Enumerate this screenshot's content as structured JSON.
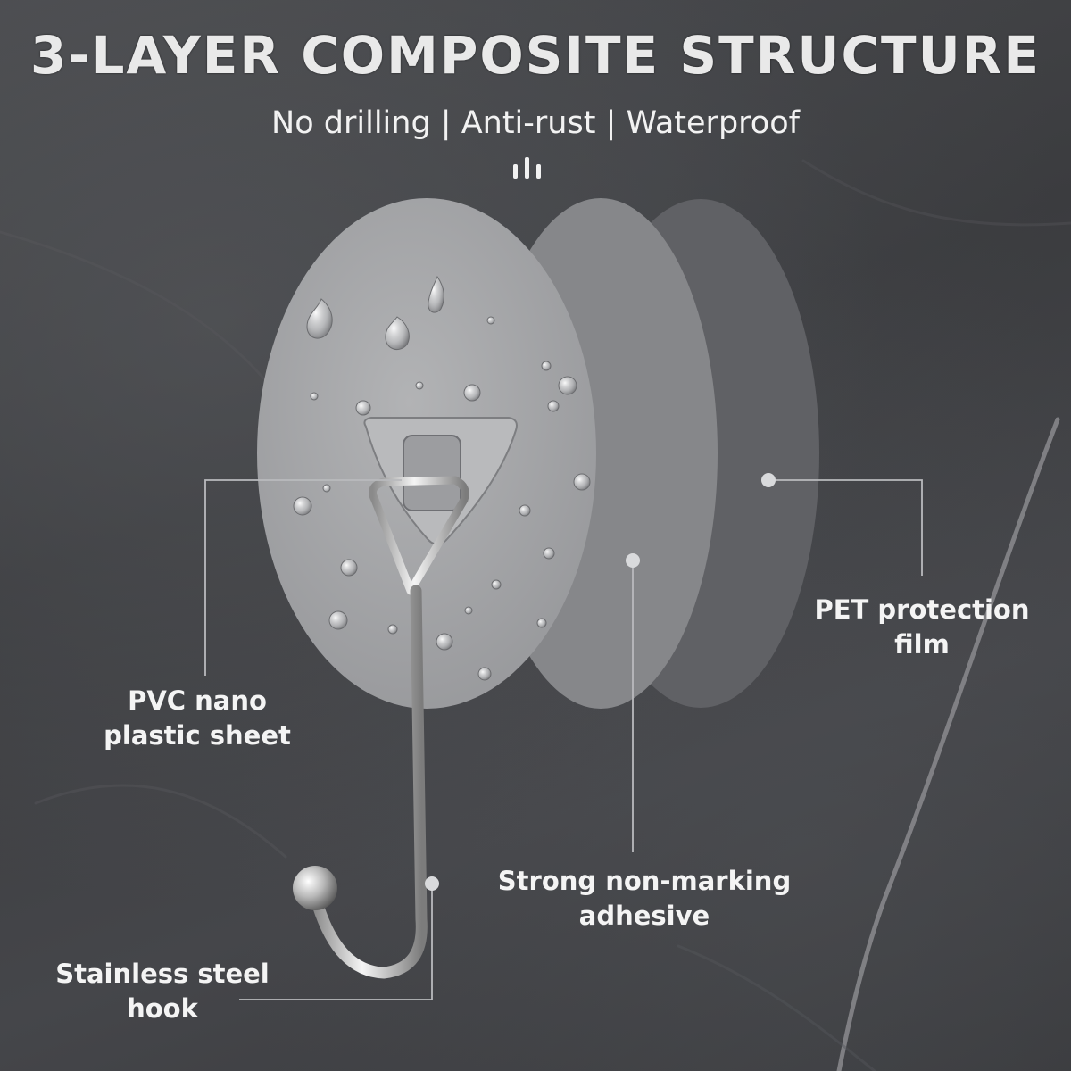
{
  "header": {
    "title": "3-LAYER COMPOSITE STRUCTURE",
    "features": "No drilling | Anti-rust | Waterproof"
  },
  "layers": {
    "pvc": {
      "line1": "PVC nano",
      "line2": "plastic sheet"
    },
    "adhesive": {
      "line1": "Strong non-marking",
      "line2": "adhesive"
    },
    "pet": {
      "line1": "PET protection",
      "line2": "film"
    },
    "hook": {
      "line1": "Stainless steel",
      "line2": "hook"
    }
  },
  "colors": {
    "background": "#3a3b3d",
    "front_disc": "#a3a4a6",
    "middle_disc": "#85868a",
    "back_disc": "#606165",
    "text": "#f4f4f4",
    "hook_metal": "#d8d8d8"
  },
  "icons": [
    "arrow-down-icon",
    "water-drop-icon",
    "hook-icon",
    "leader-dot-icon"
  ]
}
